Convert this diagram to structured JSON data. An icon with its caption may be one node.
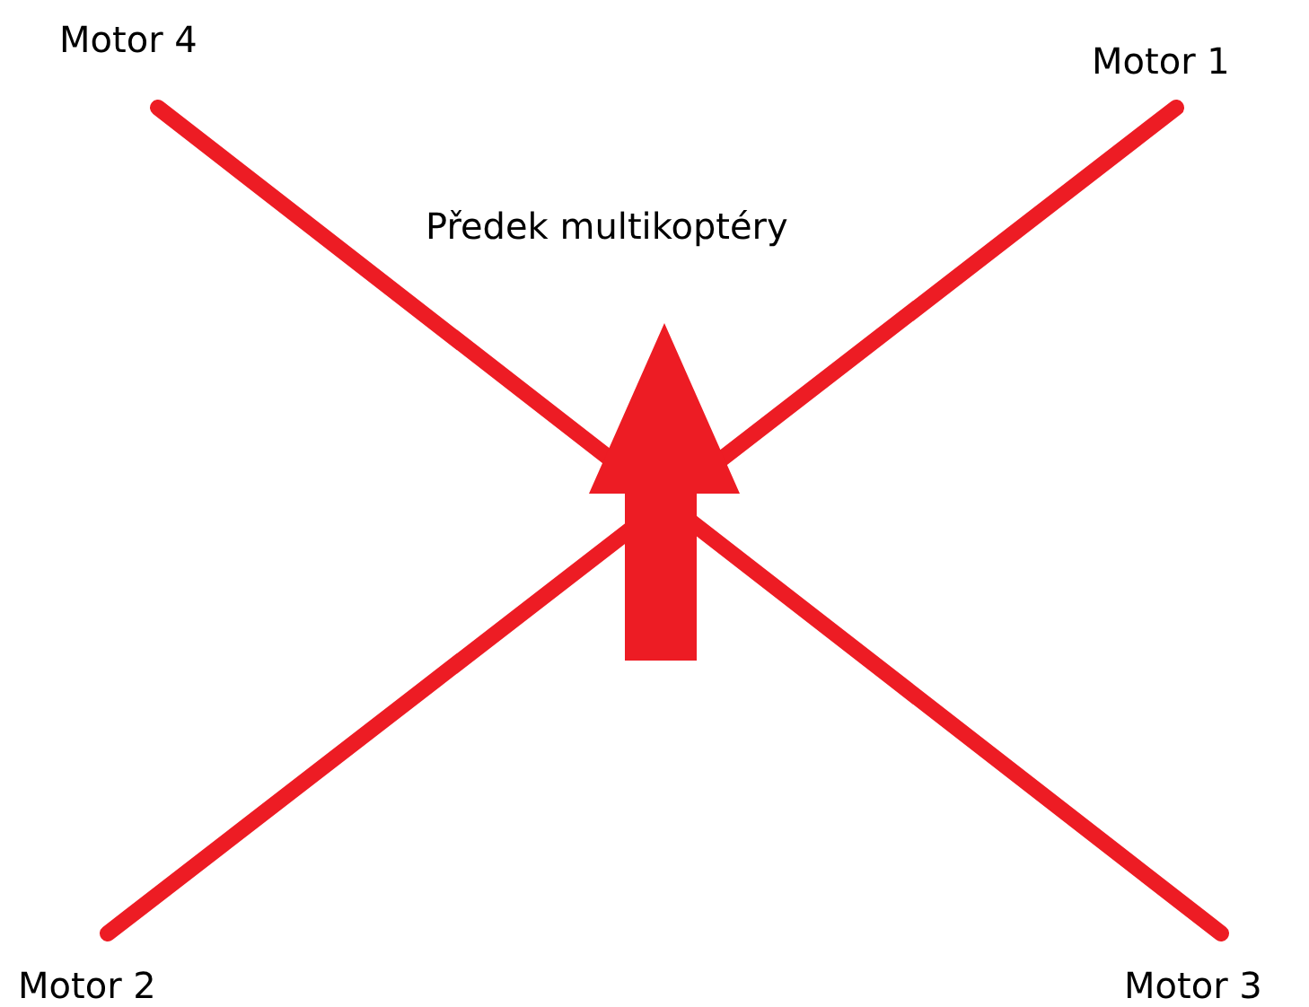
{
  "diagram": {
    "nodes": [
      {
        "text": [
          "Motor 4"
        ]
      },
      {
        "text": [
          "Motor 1"
        ]
      },
      {
        "text": [
          "Motor 2"
        ]
      },
      {
        "text": [
          "Motor 3"
        ]
      }
    ],
    "edges": [
      {
        "from": 0,
        "to": 3,
        "arrow": "none"
      },
      {
        "from": 1,
        "to": 2,
        "arrow": "none"
      }
    ],
    "labels": [
      "Předek multikoptéry"
    ]
  }
}
